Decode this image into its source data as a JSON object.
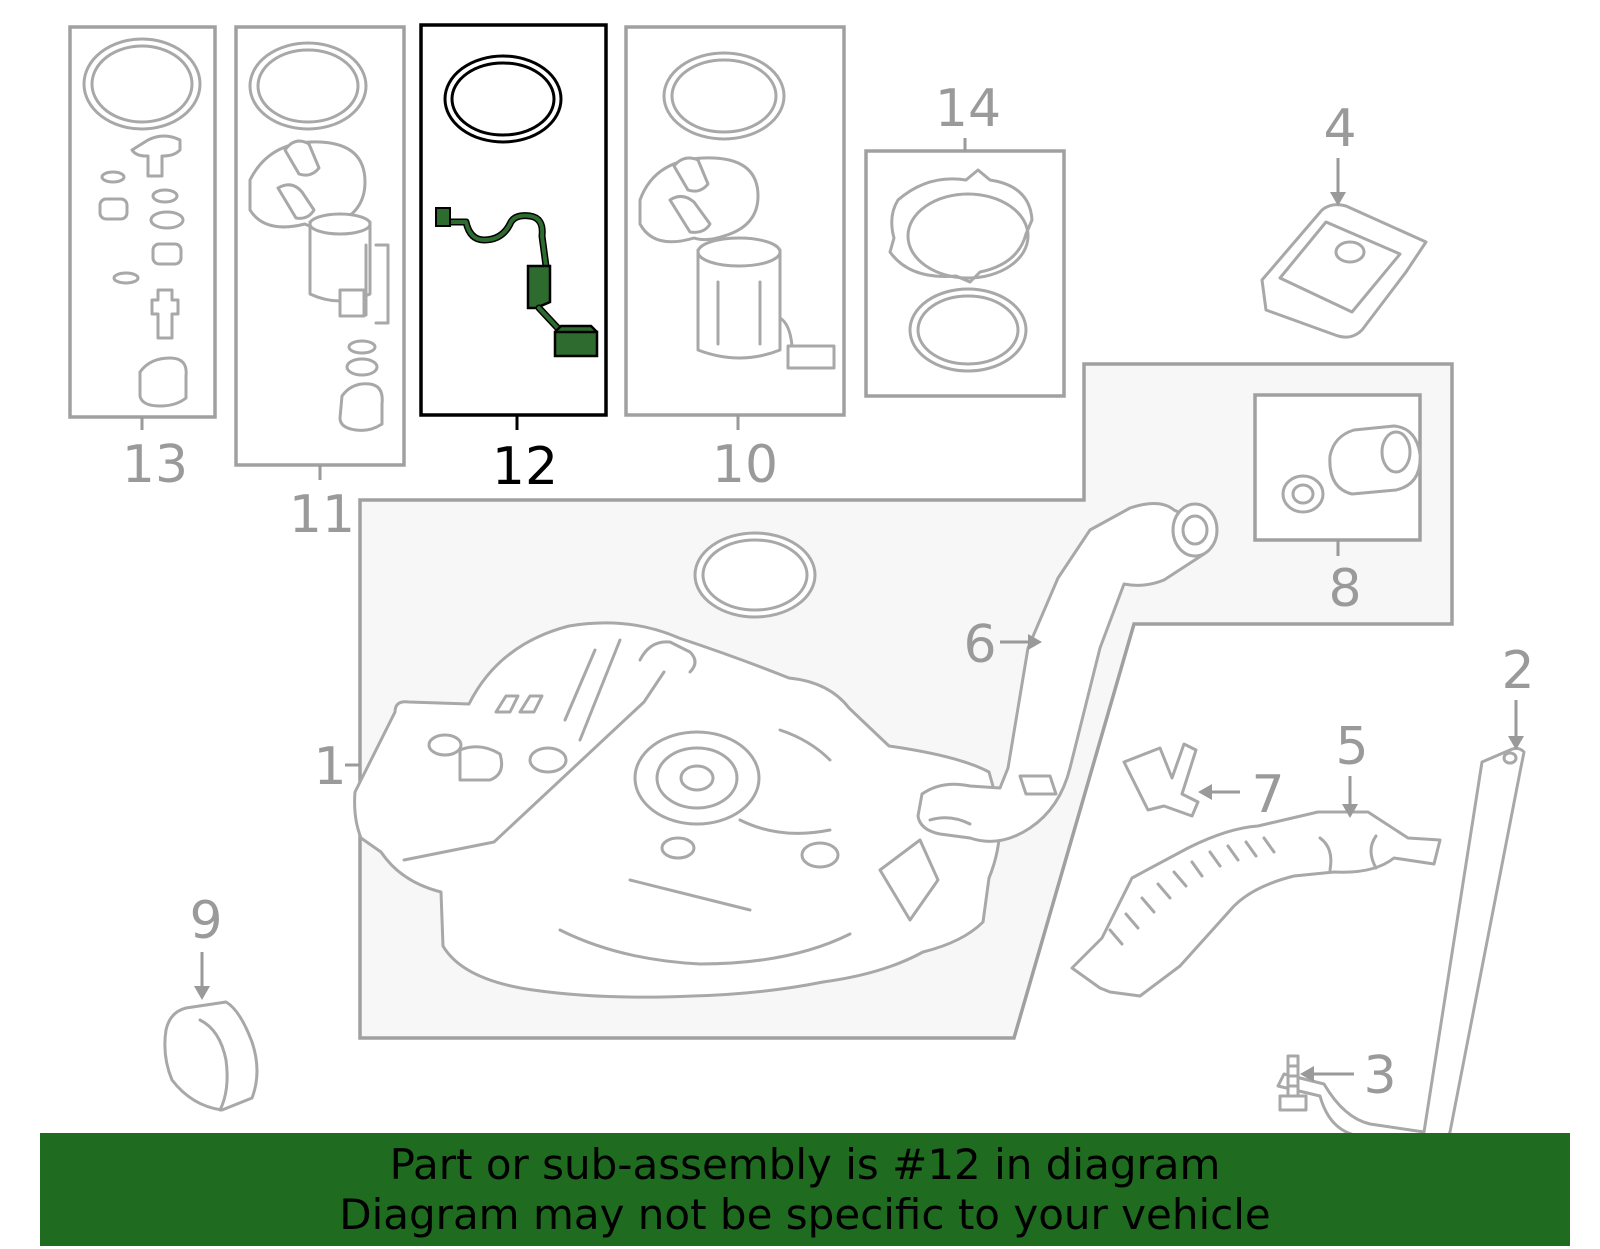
{
  "callouts": {
    "c1": "1",
    "c2": "2",
    "c3": "3",
    "c4": "4",
    "c5": "5",
    "c6": "6",
    "c7": "7",
    "c8": "8",
    "c9": "9",
    "c10": "10",
    "c11": "11",
    "c12": "12",
    "c13": "13",
    "c14": "14"
  },
  "highlighted_part": "12",
  "banner": {
    "line1": "Part or sub-assembly is #12 in diagram",
    "line2": "Diagram may not be specific to your vehicle"
  },
  "colors": {
    "highlight_part": "#2e6b2e",
    "banner_background": "#1f6b1f",
    "part_outline": "#a8a8a8"
  }
}
